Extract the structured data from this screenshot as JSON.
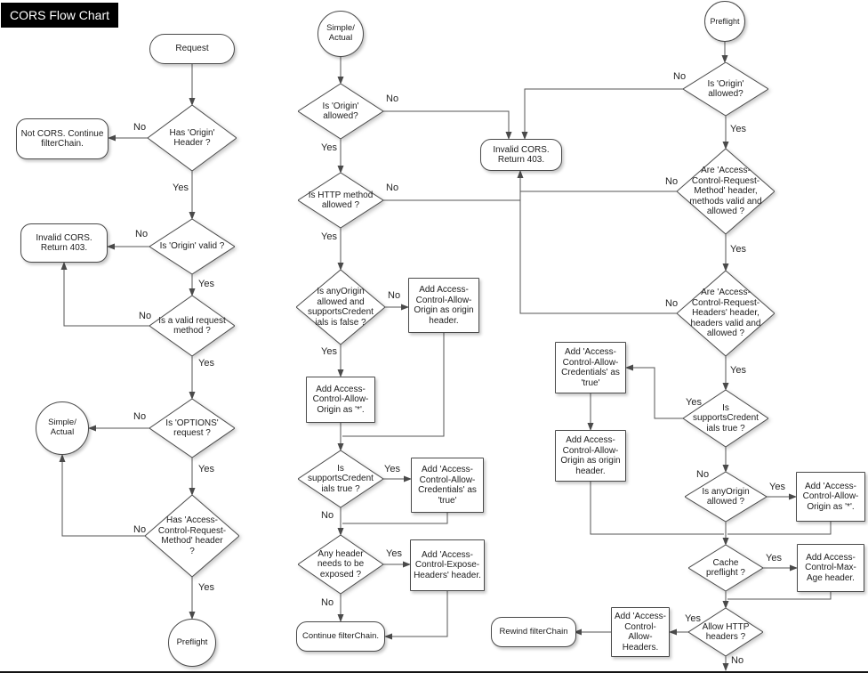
{
  "title": "CORS Flow Chart",
  "colors": {
    "ink": "#4a4a4a",
    "title_bg": "#000000",
    "title_fg": "#ffffff"
  },
  "edge_labels": {
    "yes": "Yes",
    "no": "No"
  },
  "nodes": {
    "request": "Request",
    "has_origin_header": "Has 'Origin'\nHeader ?",
    "not_cors": "Not CORS. Continue\nfilterChain.",
    "is_origin_valid": "Is 'Origin' valid ?",
    "invalid_cors_left": "Invalid CORS.\nReturn 403.",
    "is_valid_method": "Is a valid request\nmethod ?",
    "is_options": "Is 'OPTIONS'\nrequest ?",
    "simple_actual_left": "Simple/\nActual",
    "has_acrm_header": "Has 'Access-\nControl-Request-\nMethod' header\n?",
    "preflight_left": "Preflight",
    "simple_actual_mid": "Simple/\nActual",
    "is_origin_allowed_mid": "Is 'Origin'\nallowed?",
    "is_http_method_allowed": "Is HTTP method\nallowed ?",
    "is_anyorigin_credfalse": "Is anyOrigin\nallowed and\nsupportsCredent\nials is false ?",
    "add_acao_origin_mid": "Add Access-\nControl-Allow-\nOrigin as origin\nheader.",
    "add_acao_star_mid": "Add Access-\nControl-Allow-\nOrigin as '*'.",
    "is_supports_cred_mid": "Is\nsupportsCredent\nials true ?",
    "add_acac_true_mid": "Add 'Access-\nControl-Allow-\nCredentials' as\n'true'",
    "any_header_exposed": "Any header\nneeds to be\nexposed ?",
    "add_aceh": "Add 'Access-\nControl-Expose-\nHeaders' header.",
    "continue_filterchain": "Continue filterChain.",
    "invalid_cors_mid": "Invalid CORS.\nReturn 403.",
    "preflight_right": "Preflight",
    "is_origin_allowed_right": "Is 'Origin'\nallowed?",
    "are_acrm_valid": "Are 'Access-\nControl-Request-\nMethod' header,\nmethods valid and\nallowed ?",
    "are_acrh_valid": "Are 'Access-\nControl-Request-\nHeaders' header,\nheaders valid and\nallowed ?",
    "is_supports_cred_right": "Is\nsupportsCredent\nials true ?",
    "add_acac_true_right": "Add 'Access-\nControl-Allow-\nCredentials' as\n'true'",
    "add_acao_origin_right": "Add Access-\nControl-Allow-\nOrigin as origin\nheader.",
    "is_anyorigin_allowed": "Is anyOrigin\nallowed ?",
    "add_acao_star_right": "Add 'Access-\nControl-Allow-\nOrigin as '*'.",
    "cache_preflight": "Cache\npreflight ?",
    "add_acma": "Add Access-\nControl-Max-\nAge header.",
    "allow_http_headers": "Allow HTTP\nheaders ?",
    "add_acah": "Add 'Access-\nControl-\nAllow-\nHeaders.",
    "rewind_filterchain": "Rewind filterChain"
  }
}
